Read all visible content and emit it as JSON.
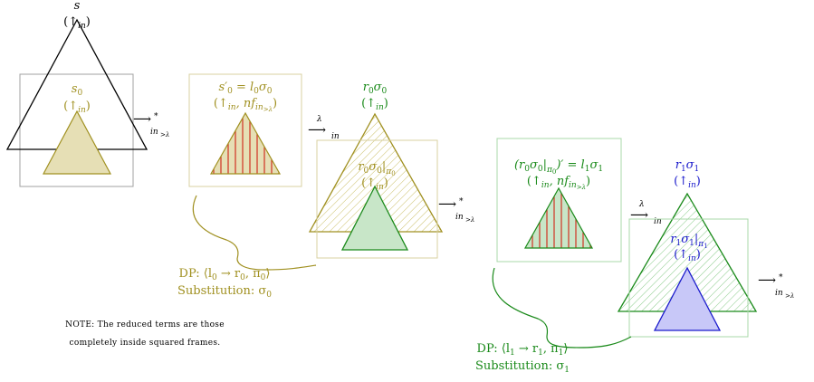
{
  "colors": {
    "black": "#000000",
    "olive": "#a09020",
    "olive_fill": "#e6dfb5",
    "olive_frame": "#d8d0a0",
    "gray_frame": "#a0a0a0",
    "green": "#1a8a1a",
    "green_fill": "#c8e6c8",
    "green_frame": "#a8d8a8",
    "red_stripe": "#d03020",
    "blue": "#1a1acc",
    "blue_fill": "#c8c8f8"
  },
  "term_s": {
    "name": "s",
    "annotation": "(↑",
    "annotation_sub": "in",
    "annotation_close": ")"
  },
  "term_s0": {
    "name": "s",
    "sub": "0",
    "annotation": "(↑",
    "annotation_sub": "in",
    "annotation_close": ")"
  },
  "step1": {
    "arrow": "⟶",
    "label_sub": "in",
    "label_subsub": ">λ",
    "star": "*"
  },
  "term_s0p": {
    "line1": "s′",
    "line1_sub": "0",
    "line1_rest": " = l",
    "line1_l_sub": "0",
    "line1_sigma": "σ",
    "line1_sigma_sub": "0",
    "line2": "(↑",
    "line2_sub": "in",
    "line2_mid": ", nf",
    "line2_nf_sub": "in",
    "line2_nf_subsub": ">λ",
    "line2_close": ")"
  },
  "step2": {
    "arrow": "⟶",
    "label_sup": "λ",
    "label_sub": "in"
  },
  "term_r0": {
    "name": "r",
    "sub": "0",
    "sigma": "σ",
    "sigma_sub": "0",
    "annotation": "(↑",
    "annotation_sub": "in",
    "annotation_close": ")"
  },
  "term_r0pi": {
    "name": "r",
    "sub": "0",
    "sigma": "σ",
    "sigma_sub": "0",
    "bar": "|",
    "pi": "π",
    "pi_sub": "0",
    "annotation": "(↑",
    "annotation_sub": "in",
    "annotation_close": ")"
  },
  "step3": {
    "arrow": "⟶",
    "label_sub": "in",
    "label_subsub": ">λ",
    "star": "*"
  },
  "term_r0p": {
    "line1": "(r",
    "line1_sub": "0",
    "line1_sigma": "σ",
    "line1_sigma_sub": "0",
    "line1_bar": "|",
    "line1_pi": "π",
    "line1_pi_sub": "0",
    "line1_rest": ")′ = l",
    "line1_l_sub": "1",
    "line1_sigma2": "σ",
    "line1_sigma2_sub": "1",
    "line2": "(↑",
    "line2_sub": "in",
    "line2_mid": ", nf",
    "line2_nf_sub": "in",
    "line2_nf_subsub": ">λ",
    "line2_close": ")"
  },
  "step4": {
    "arrow": "⟶",
    "label_sup": "λ",
    "label_sub": "in"
  },
  "term_r1": {
    "name": "r",
    "sub": "1",
    "sigma": "σ",
    "sigma_sub": "1",
    "annotation": "(↑",
    "annotation_sub": "in",
    "annotation_close": ")"
  },
  "term_r1pi": {
    "name": "r",
    "sub": "1",
    "sigma": "σ",
    "sigma_sub": "1",
    "bar": "|",
    "pi": "π",
    "pi_sub": "1",
    "annotation": "(↑",
    "annotation_sub": "in",
    "annotation_close": ")"
  },
  "step5": {
    "arrow": "⟶",
    "label_sub": "in",
    "label_subsub": ">λ",
    "star": "*"
  },
  "dp0": {
    "line1": "DP: ⟨l",
    "l_sub": "0",
    "arrow": " → r",
    "r_sub": "0",
    "comma": ", π",
    "pi_sub": "0",
    "close": "⟩",
    "line2": "Substitution: σ",
    "sigma_sub": "0"
  },
  "dp1": {
    "line1": "DP: ⟨l",
    "l_sub": "1",
    "arrow": " → r",
    "r_sub": "1",
    "comma": ", π",
    "pi_sub": "1",
    "close": "⟩",
    "line2": "Substitution: σ",
    "sigma_sub": "1"
  },
  "note": {
    "line1": "NOTE: The reduced terms are those",
    "line2": "completely inside squared frames."
  }
}
